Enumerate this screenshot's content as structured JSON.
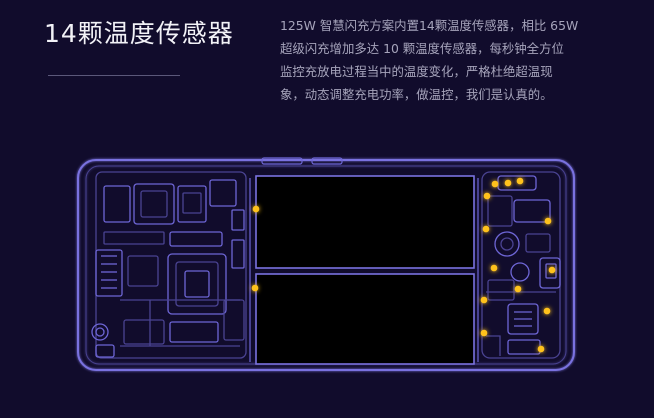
{
  "heading": {
    "title": "14颗温度传感器"
  },
  "description": {
    "lines": [
      "125W 智慧闪充方案内置14颗温度传感器，相比 65W",
      "超级闪充增加多达 10 颗温度传感器，每秒钟全方位",
      "监控充放电过程当中的温度变化，严格杜绝超温现",
      "象，动态调整充电功率，做温控，我们是认真的。"
    ]
  },
  "colors": {
    "background": "#110c2c",
    "title": "#f2f2f7",
    "text": "#a6a4bb",
    "circuit": "#7a72e0",
    "circuit_dim": "#4a4392",
    "battery": "#000000",
    "sensor": "#ffc21a"
  },
  "illustration": {
    "type": "phone-board-xray",
    "sensor_count": 14
  }
}
